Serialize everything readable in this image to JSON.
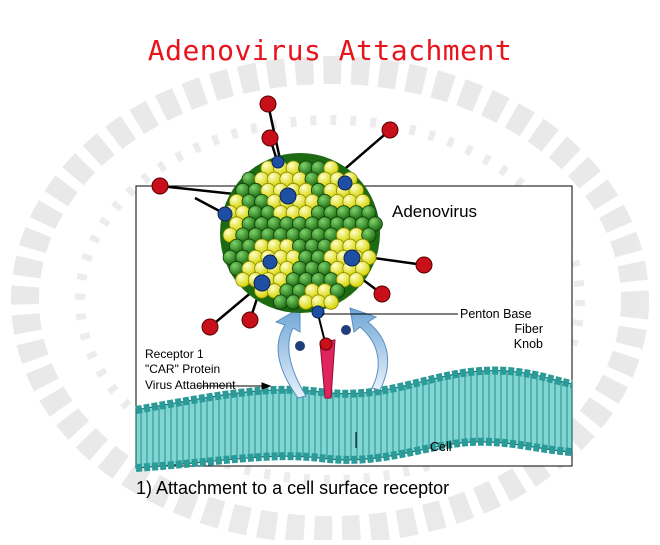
{
  "slide": {
    "title": "Adenovirus Attachment",
    "title_color": "#e8141c"
  },
  "diagram": {
    "virus_label": "Adenovirus",
    "penton_label": "Penton Base",
    "fiber_label": "Fiber",
    "knob_label": "Knob",
    "receptor_lines": [
      "Receptor 1",
      "\"CAR\" Protein",
      "Virus Attachment"
    ],
    "cell_label": "Cell",
    "caption": "1) Attachment to a cell surface receptor",
    "colors": {
      "capsid_green": "#2e8b1e",
      "capsid_yellow": "#ffff33",
      "penton_blue": "#1f4fa3",
      "knob_red": "#c8101a",
      "membrane": "#5cc6c4",
      "receptor_pink": "#e0245e",
      "arrow_blue": "#9ec8e6"
    },
    "icons": [
      "virus-capsid",
      "fiber-knob",
      "membrane",
      "receptor",
      "attachment-arrow"
    ]
  }
}
